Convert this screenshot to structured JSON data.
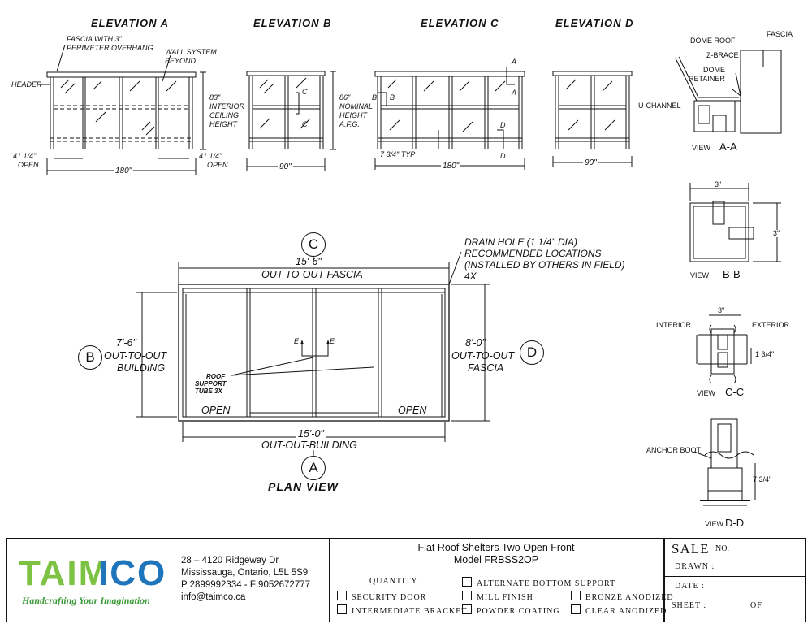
{
  "elevations": {
    "a": {
      "title": "ELEVATION A",
      "notes": [
        "FASCIA WITH 3\"",
        "PERIMETER OVERHANG",
        "WALL SYSTEM",
        "BEYOND",
        "HEADER"
      ],
      "height_note": [
        "83\"",
        "INTERIOR",
        "CEILING",
        "HEIGHT"
      ],
      "open_left": [
        "41 1/4\"",
        "OPEN"
      ],
      "open_right": [
        "41 1/4\"",
        "OPEN"
      ],
      "width": "180\""
    },
    "b": {
      "title": "ELEVATION B",
      "height_note": [
        "86\"",
        "NOMINAL",
        "HEIGHT",
        "A.F.G."
      ],
      "width": "90\"",
      "section_marks": [
        "C",
        "C"
      ]
    },
    "c": {
      "title": "ELEVATION C",
      "width": "180\"",
      "typ": "7 3/4\" TYP",
      "section_marks": [
        "A",
        "A",
        "B",
        "B",
        "D",
        "D"
      ]
    },
    "d": {
      "title": "ELEVATION D",
      "width": "90\""
    }
  },
  "plan": {
    "title": "PLAN VIEW",
    "top_circle": "C",
    "top_dim": "15'-6\"",
    "top_label": "OUT-TO-OUT FASCIA",
    "left_circle": "B",
    "left_dim": "7'-6\"",
    "left_label": [
      "OUT-TO-OUT",
      "BUILDING"
    ],
    "right_circle": "D",
    "right_dim": "8'-0\"",
    "right_label": [
      "OUT-TO-OUT",
      "FASCIA"
    ],
    "bottom_circle": "A",
    "bottom_dim": "15'-0\"",
    "bottom_label": "OUT-OUT-BUILDING",
    "drain_note": [
      "DRAIN HOLE (1 1/4\" DIA)",
      "RECOMMENDED LOCATIONS",
      "(INSTALLED BY OTHERS IN FIELD)",
      "4X"
    ],
    "roof_note": [
      "ROOF",
      "SUPPORT",
      "TUBE 3X"
    ],
    "open_left": "OPEN",
    "open_right": "OPEN",
    "section_e": [
      "E",
      "E"
    ]
  },
  "details": {
    "aa": {
      "labels": [
        "DOME ROOF",
        "FASCIA",
        "Z-BRACE",
        "DOME",
        "RETAINER",
        "U-CHANNEL"
      ],
      "view": "VIEW",
      "name": "A-A"
    },
    "bb": {
      "dim_top": "3\"",
      "dim_side": "3\"",
      "view": "VIEW",
      "name": "B-B"
    },
    "cc": {
      "dim_top": "3\"",
      "interior": "INTERIOR",
      "exterior": "EXTERIOR",
      "dim_side": "1 3/4\"",
      "view": "VIEW",
      "name": "C-C"
    },
    "dd": {
      "anchor": "ANCHOR BOOT",
      "dim_side": "7 3/4\"",
      "view": "VIEW",
      "name": "D-D"
    }
  },
  "title_block": {
    "logo": "TAIMCO",
    "tagline": "Handcrafting Your Imagination",
    "address": [
      "28 – 4120 Ridgeway Dr",
      "Mississauga, Ontario, L5L 5S9",
      "P 2899992334 - F 9052672777",
      "info@taimco.ca"
    ],
    "product_title": "Flat Roof Shelters Two Open Front",
    "model": "Model FRBSS2OP",
    "quantity_label": "QUANTITY",
    "options": [
      "ALTERNATE BOTTOM SUPPORT",
      "SECURITY DOOR",
      "MILL FINISH",
      "BRONZE ANODIZED",
      "INTERMEDIATE BRACKET",
      "POWDER COATING",
      "CLEAR ANODIZED"
    ],
    "sale_label": "SALE",
    "sale_no": "NO.",
    "drawn": "DRAWN :",
    "date": "DATE :",
    "sheet": "SHEET :",
    "of": "OF",
    "colors": {
      "logo_green": "#7dc242",
      "logo_blue": "#1f75bb",
      "tagline_green": "#3d9a3a"
    }
  }
}
